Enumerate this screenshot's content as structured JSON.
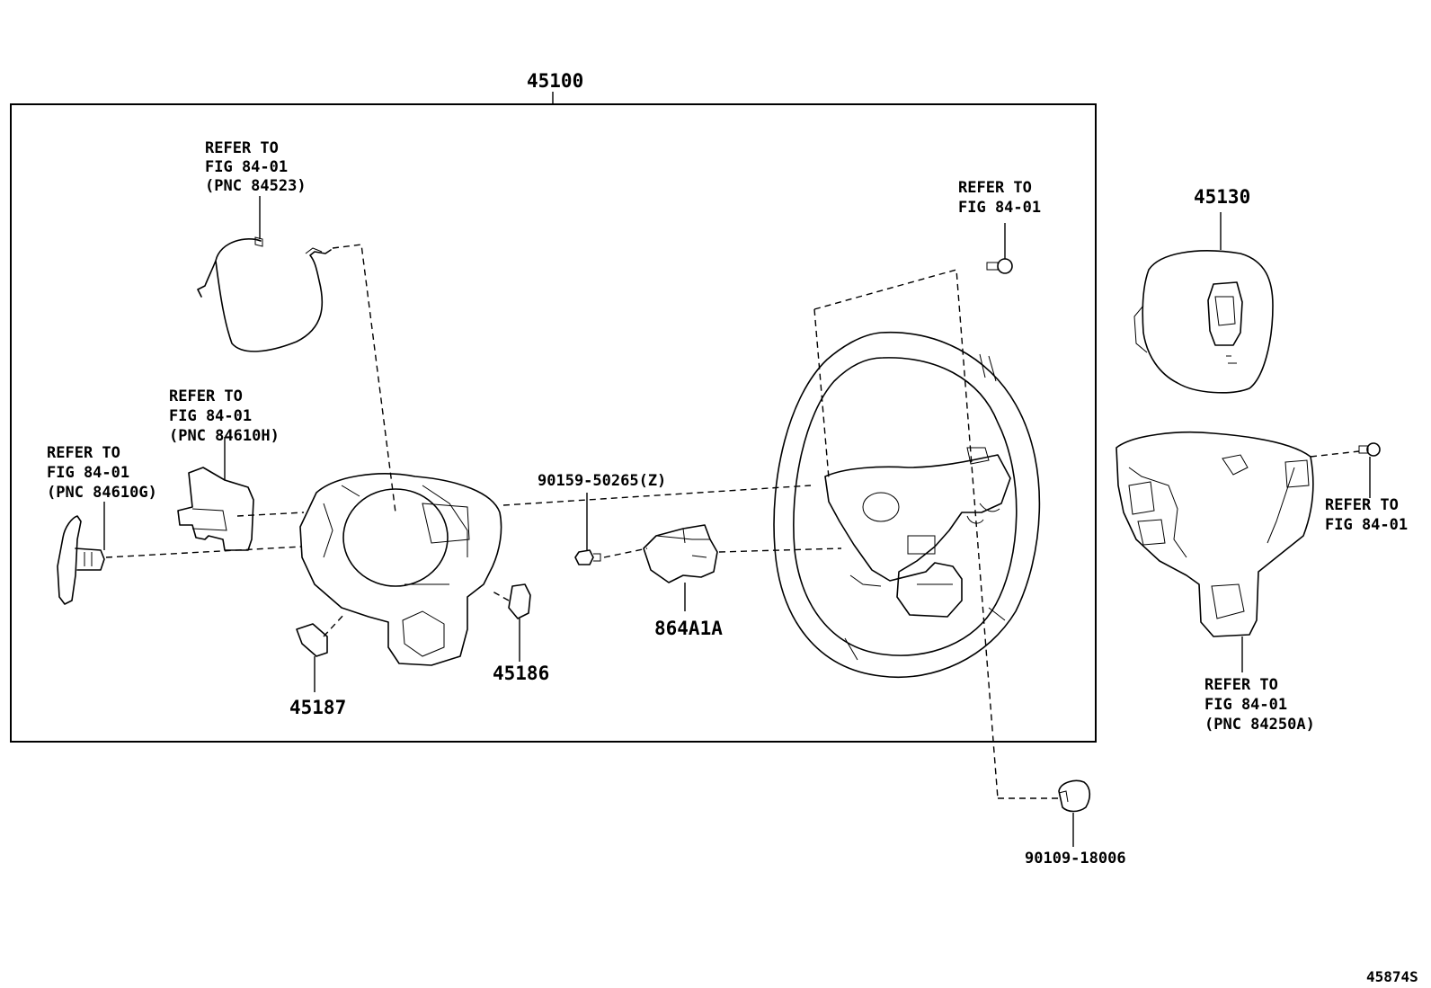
{
  "diagram": {
    "assembly_number": "45100",
    "figure_code": "45874S",
    "callouts": {
      "wire_harness_ref": [
        "REFER TO",
        "FIG 84-01",
        "(PNC 84523)"
      ],
      "switch_h_ref": [
        "REFER TO",
        "FIG 84-01",
        "(PNC 84610H)"
      ],
      "switch_g_ref": [
        "REFER TO",
        "FIG 84-01",
        "(PNC 84610G)"
      ],
      "bolt_top_ref": [
        "REFER TO",
        "FIG 84-01"
      ],
      "bolt_right_ref": [
        "REFER TO",
        "FIG 84-01"
      ],
      "wheel_switch_ref": [
        "REFER TO",
        "FIG 84-01",
        "(PNC 84250A)"
      ]
    },
    "part_numbers": {
      "airbag": "45130",
      "screw": "90159-50265(Z)",
      "cover_small": "864A1A",
      "cover_lower_left": "45187",
      "cover_lower_right": "45186",
      "cap": "90109-18006"
    }
  }
}
